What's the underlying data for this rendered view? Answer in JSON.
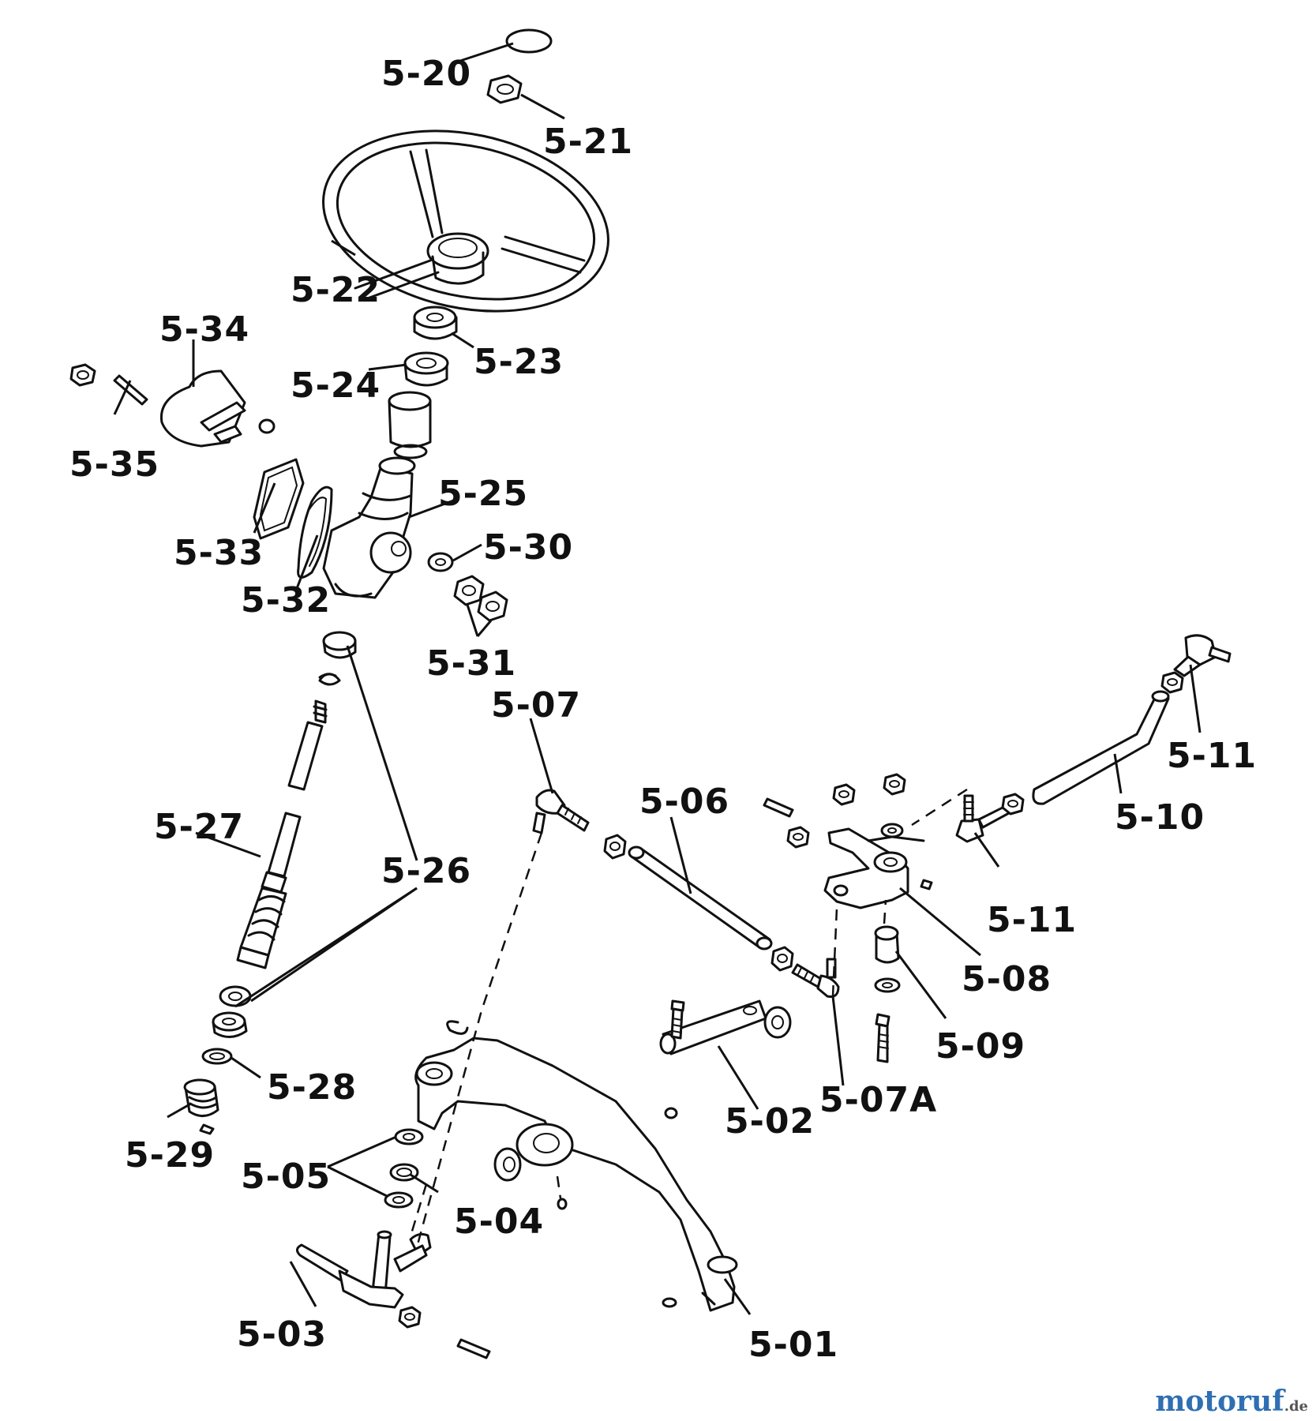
{
  "labels": {
    "p01": "5-01",
    "p02": "5-02",
    "p03": "5-03",
    "p04": "5-04",
    "p05": "5-05",
    "p06": "5-06",
    "p07": "5-07",
    "p07a": "5-07A",
    "p08": "5-08",
    "p09": "5-09",
    "p10": "5-10",
    "p11a": "5-11",
    "p11b": "5-11",
    "p20": "5-20",
    "p21": "5-21",
    "p22": "5-22",
    "p23": "5-23",
    "p24": "5-24",
    "p25": "5-25",
    "p26": "5-26",
    "p27": "5-27",
    "p28": "5-28",
    "p29": "5-29",
    "p30": "5-30",
    "p31": "5-31",
    "p32": "5-32",
    "p33": "5-33",
    "p34": "5-34",
    "p35": "5-35"
  },
  "watermark": {
    "brand": "motoruf",
    "tld": ".de"
  },
  "colors": {
    "line": "#111111",
    "watermark": "#2f6fb3"
  }
}
